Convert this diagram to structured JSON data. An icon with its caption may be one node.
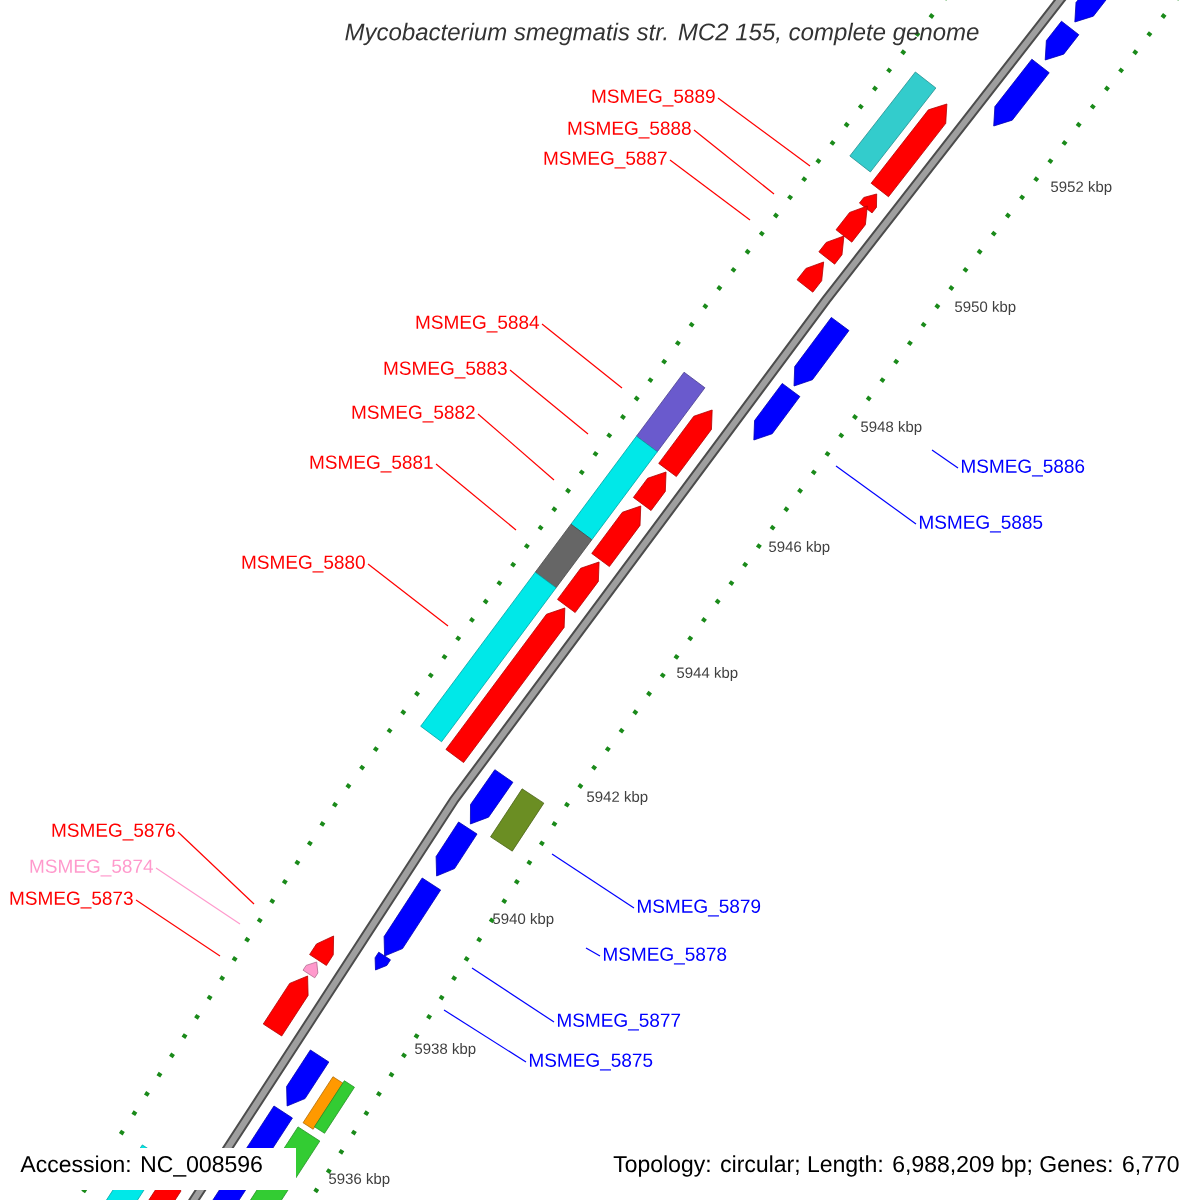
{
  "diagram": {
    "title": "Mycobacterium smegmatis str. MC2 155, complete genome",
    "nodes": [
      {
        "text": [
          "MSMEG_5889"
        ]
      },
      {
        "text": [
          "MSMEG_5888"
        ]
      },
      {
        "text": [
          "MSMEG_5887"
        ]
      },
      {
        "text": [
          "MSMEG_5884"
        ]
      },
      {
        "text": [
          "MSMEG_5883"
        ]
      },
      {
        "text": [
          "MSMEG_5882"
        ]
      },
      {
        "text": [
          "MSMEG_5881"
        ]
      },
      {
        "text": [
          "MSMEG_5886"
        ]
      },
      {
        "text": [
          "MSMEG_5885"
        ]
      },
      {
        "text": [
          "MSMEG_5880"
        ]
      },
      {
        "text": [
          "MSMEG_5876"
        ]
      },
      {
        "text": [
          "MSMEG_5874"
        ]
      },
      {
        "text": [
          "MSMEG_5873"
        ]
      },
      {
        "text": [
          "MSMEG_5879"
        ]
      },
      {
        "text": [
          "MSMEG_5878"
        ]
      },
      {
        "text": [
          "MSMEG_5877"
        ]
      },
      {
        "text": [
          "MSMEG_5875"
        ]
      }
    ],
    "edges": [
      {
        "from": 0,
        "to": null,
        "arrow": "none"
      },
      {
        "from": 1,
        "to": null,
        "arrow": "none"
      },
      {
        "from": 2,
        "to": null,
        "arrow": "none"
      },
      {
        "from": 3,
        "to": null,
        "arrow": "none"
      },
      {
        "from": 4,
        "to": null,
        "arrow": "none"
      },
      {
        "from": 5,
        "to": null,
        "arrow": "none"
      },
      {
        "from": 6,
        "to": null,
        "arrow": "none"
      },
      {
        "from": 7,
        "to": null,
        "arrow": "none",
        "color": "#0000ff"
      },
      {
        "from": 8,
        "to": null,
        "arrow": "none",
        "color": "#0000ff"
      },
      {
        "from": 9,
        "to": null,
        "arrow": "none"
      },
      {
        "from": 10,
        "to": null,
        "arrow": "none"
      },
      {
        "from": 11,
        "to": null,
        "arrow": "none",
        "color": "#ff99cc"
      },
      {
        "from": 12,
        "to": null,
        "arrow": "none"
      },
      {
        "from": 13,
        "to": null,
        "arrow": "none",
        "color": "#0000ff"
      },
      {
        "from": 14,
        "to": null,
        "arrow": "none",
        "color": "#0000ff"
      },
      {
        "from": 15,
        "to": null,
        "arrow": "none",
        "color": "#0000ff"
      },
      {
        "from": 16,
        "to": null,
        "arrow": "none",
        "color": "#0000ff"
      }
    ],
    "labels": [
      "5952 kbp",
      "5950 kbp",
      "5948 kbp",
      "5946 kbp",
      "5944 kbp",
      "5942 kbp",
      "5940 kbp",
      "5938 kbp",
      "5936 kbp",
      "Accession: NC_008596",
      "Topology: circular; Length: 6,988,209 bp; Genes: 6,770"
    ]
  }
}
